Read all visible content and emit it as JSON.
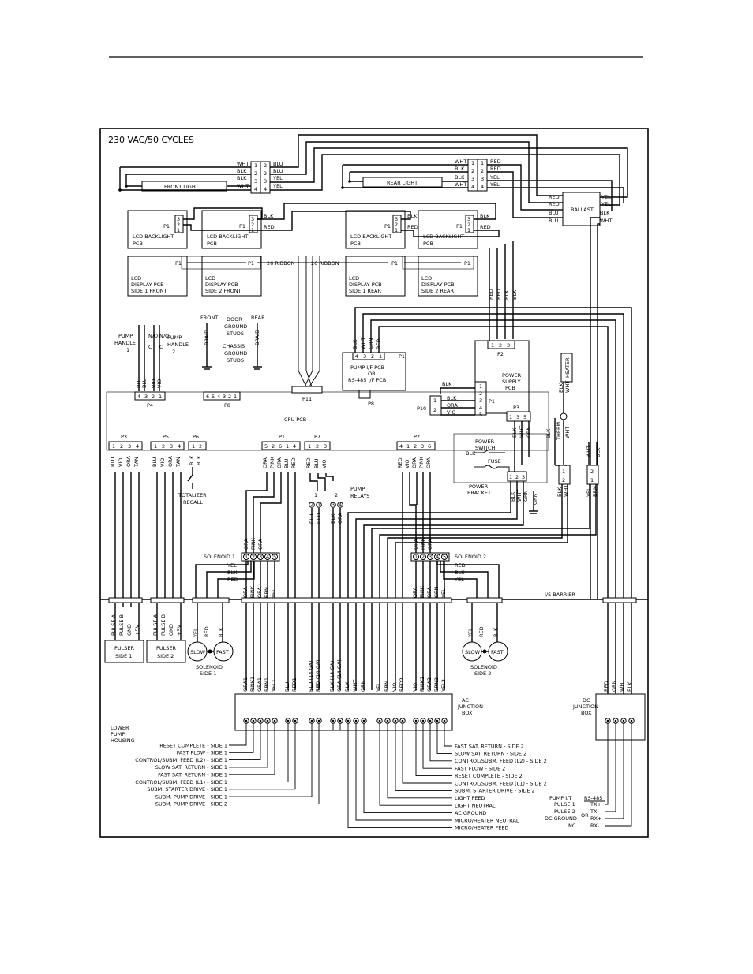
{
  "title": "230 VAC/50 CYCLES",
  "front_light": {
    "label": "FRONT LIGHT",
    "left_wires": [
      "WHT",
      "BLK",
      "BLK",
      "WHT"
    ],
    "pins": [
      "1",
      "2",
      "3",
      "4"
    ],
    "pins_r": [
      "2",
      "2",
      "3",
      "4"
    ],
    "right_wires": [
      "BLU",
      "BLU",
      "YEL",
      "YEL"
    ]
  },
  "rear_light": {
    "label": "REAR LIGHT",
    "left_wires": [
      "WHT",
      "BLK",
      "BLK",
      "WHT"
    ],
    "pins": [
      "1",
      "2",
      "3",
      "4"
    ],
    "right_wires": [
      "RED",
      "RED",
      "YEL",
      "YEL"
    ]
  },
  "ballast": {
    "label": "BALLAST",
    "left": [
      "RED",
      "RED",
      "BLU",
      "BLU"
    ],
    "right": [
      "YEL",
      "YEL",
      "BLK",
      "WHT"
    ]
  },
  "lcd_backlight": {
    "label": "LCD BACKLIGHT",
    "sub": "PCB",
    "conn": "P1",
    "pins": [
      "3",
      "2",
      "1"
    ]
  },
  "lcd_bl_wires": [
    "BLK",
    "RED"
  ],
  "lcd_display": [
    {
      "l1": "LCD",
      "l2": "DISPLAY PCB",
      "l3": "SIDE 1 FRONT"
    },
    {
      "l1": "LCD",
      "l2": "DISPLAY PCB",
      "l3": "SIDE 2 FRONT"
    },
    {
      "l1": "LCD",
      "l2": "DISPLAY PCB",
      "l3": "SIDE 1 REAR"
    },
    {
      "l1": "LCD",
      "l2": "DISPLAY PCB",
      "l3": "SIDE 2 REAR"
    }
  ],
  "ribbon": "26 RIBBON",
  "display_wires": [
    "RED",
    "RED",
    "BLK",
    "BLK"
  ],
  "pump_handle_1": {
    "l1": "PUMP",
    "l2": "HANDLE",
    "l3": "1",
    "sw": [
      "N/O",
      "C"
    ]
  },
  "pump_handle_2": {
    "l1": "PUMP",
    "l2": "HANDLE",
    "l3": "2",
    "sw": [
      "N/O",
      "C"
    ]
  },
  "studs": {
    "front": "FRONT",
    "rear": "REAR",
    "braid": "BRAID",
    "door": [
      "DOOR",
      "GROUND",
      "STUDS"
    ],
    "chassis": [
      "CHASSIS",
      "GROUND",
      "STUDS"
    ]
  },
  "pump_if": {
    "l1": "PUMP I/F PCB",
    "l2": "OR",
    "l3": "RS-485 I/F PCB",
    "p1": "P1",
    "p8": "P8",
    "pins": [
      "4",
      "3",
      "2",
      "1"
    ],
    "wires": [
      "BLK",
      "WHT",
      "GRN",
      "RED"
    ]
  },
  "power_supply": {
    "l1": "POWER",
    "l2": "SUPPLY",
    "l3": "PCB",
    "p2": "P2",
    "p2pins": [
      "1",
      "2",
      "3"
    ],
    "p1": "P1",
    "p1pins": [
      "1",
      "2",
      "3",
      "4",
      "5"
    ],
    "p1wires": [
      "BLK",
      "BLK",
      "ORA",
      "VIO"
    ],
    "p3": "P3",
    "p3pins": [
      "1",
      "3",
      "5"
    ],
    "p3wires": [
      "BLK",
      "WHT",
      "GRN"
    ]
  },
  "heater": {
    "label": "HEATER",
    "wires": [
      "BLK",
      "WHT"
    ],
    "therm": "THERM",
    "twires": [
      "BLK",
      "WHT"
    ]
  },
  "p10": {
    "label": "P10",
    "pins": [
      "1",
      "2"
    ]
  },
  "cpu": {
    "label": "CPU PCB",
    "p4": "P4",
    "p4pins": [
      "4",
      "3",
      "2",
      "1"
    ],
    "p4wires": [
      "BLU",
      "BLU",
      "VIO",
      "VIO"
    ],
    "p8": "P8",
    "p8pins": [
      "6",
      "5",
      "4",
      "3",
      "2",
      "1"
    ],
    "p11": "P11"
  },
  "p3": {
    "label": "P3",
    "pins": [
      "1",
      "2",
      "3",
      "4"
    ],
    "wires": [
      "BLU",
      "VIO",
      "ORA",
      "TAN"
    ]
  },
  "p5": {
    "label": "P5",
    "pins": [
      "1",
      "2",
      "3",
      "4"
    ],
    "wires": [
      "BLU",
      "VIO",
      "ORA",
      "TAN"
    ]
  },
  "p6": {
    "label": "P6",
    "pins": [
      "1",
      "2"
    ],
    "wires": [
      "BLK",
      "BLK"
    ]
  },
  "cpu_p1": {
    "label": "P1",
    "pins": [
      "5",
      "2",
      "6",
      "1",
      "4"
    ],
    "wires": [
      "ORA",
      "PINK",
      "ORA",
      "BLU",
      "RED"
    ]
  },
  "p7": {
    "label": "P7",
    "pins": [
      "1",
      "2",
      "3"
    ],
    "wires": [
      "RED",
      "BLU",
      "VIO"
    ]
  },
  "cpu_p2": {
    "label": "P2",
    "pins": [
      "4",
      "1",
      "2",
      "3",
      "6"
    ],
    "wires": [
      "RED",
      "VIO",
      "ORA",
      "PINK",
      "ORA"
    ]
  },
  "totalizer": [
    "TOTALIZER",
    "RECALL"
  ],
  "pump_relays": {
    "l1": "PUMP",
    "l2": "RELAYS",
    "r1": "1",
    "r2": "2",
    "r1pins": [
      "2",
      "1"
    ],
    "r2pins": [
      "3",
      "4"
    ],
    "r1wires": [
      "BLU",
      "RED"
    ],
    "r2wires": [
      "BLK",
      "ORA"
    ]
  },
  "power_switch": {
    "l1": "POWER",
    "l2": "SWITCH",
    "wire": "BLK",
    "fuse": "FUSE",
    "bracket": [
      "POWER",
      "BRACKET"
    ],
    "pins": [
      "1",
      "2",
      "3"
    ],
    "wires": [
      "BLK",
      "WHT",
      "GRN"
    ],
    "gwire": "GRN"
  },
  "pb_conn": {
    "pins": [
      "1",
      "2"
    ],
    "wires_l": [
      "BLK",
      "WHT"
    ],
    "wires_r": [
      "YEL",
      "BRN"
    ],
    "top": [
      "WHT",
      "BLK"
    ],
    "pr": [
      "2",
      "1"
    ]
  },
  "solenoid1": {
    "label": "SOLENOID 1",
    "pins": [
      "1",
      "2",
      "3",
      "4",
      "5"
    ],
    "top": [
      "ORA",
      "PINK",
      "ORA"
    ],
    "side": [
      "YEL",
      "BLK",
      "RED"
    ],
    "bottom": [
      "ORA",
      "PINK",
      "ORA",
      "BRN",
      "YEL"
    ]
  },
  "solenoid2": {
    "label": "SOLENOID 2",
    "pins": [
      "1",
      "2",
      "3",
      "4",
      "5"
    ],
    "top": [
      "ORA",
      "PINK",
      "ORA"
    ],
    "side": [
      "RED",
      "BLK",
      "YEL"
    ],
    "bottom": [
      "ORA",
      "PINK",
      "ORA",
      "GRN",
      "YEL"
    ]
  },
  "is_barrier": "I/S BARRIER",
  "pulser1": {
    "l1": "PULSER",
    "l2": "SIDE 1",
    "wires": [
      "PULSE A",
      "PULSE B",
      "GND",
      "+5V"
    ]
  },
  "pulser2": {
    "l1": "PULSER",
    "l2": "SIDE 2",
    "wires": [
      "PULSE A",
      "PULSE B",
      "GND",
      "+5V"
    ]
  },
  "sol_side1": {
    "l1": "SOLENOID",
    "l2": "SIDE 1",
    "slow": "SLOW",
    "fast": "FAST",
    "wires": [
      "YEL",
      "RED",
      "BLK"
    ]
  },
  "sol_side2": {
    "l1": "SOLENOID",
    "l2": "SIDE 2",
    "slow": "SLOW",
    "fast": "FAST",
    "wires": [
      "YEL",
      "RED",
      "BLK"
    ]
  },
  "ac_box": {
    "l1": "AC",
    "l2": "JUNCTION",
    "l3": "BOX",
    "wires": [
      "ORA1",
      "PINK1",
      "ORA1",
      "BRN1",
      "YEL1",
      "BLU",
      "RED1",
      "BLU (14 GA)",
      "RED (14 GA)",
      "BLK (14 GA)",
      "ORA (14 GA)",
      "BLK",
      "WHT",
      "GRN",
      "YEL",
      "BRN",
      "VIO",
      "RED2",
      "VIO",
      "PINK2",
      "ORA2",
      "BRN2",
      "YEL2"
    ]
  },
  "dc_box": {
    "l1": "DC",
    "l2": "JUNCTION",
    "l3": "BOX",
    "wires": [
      "RED",
      "GRN",
      "WHT",
      "BLK"
    ]
  },
  "lower_pump": [
    "LOWER",
    "PUMP",
    "HOUSING"
  ],
  "left_labels": [
    "RESET COMPLETE - SIDE 1",
    "FAST FLOW - SIDE 1",
    "CONTROL/SUBM. FEED (L2) - SIDE 1",
    "SLOW SAT. RETURN - SIDE 1",
    "FAST SAT. RETURN - SIDE 1",
    "CONTROL/SUBM. FEED (L1) - SIDE 1",
    "SUBM. STARTER DRIVE - SIDE 1",
    "SUBM. PUMP DRIVE - SIDE 1",
    "SUBM. PUMP DRIVE - SIDE 2"
  ],
  "right_labels": [
    "FAST SAT. RETURN - SIDE 2",
    "SLOW SAT. RETURN - SIDE 2",
    "CONTROL/SUBM. FEED (L2) - SIDE 2",
    "FAST FLOW - SIDE 2",
    "RESET COMPLETE - SIDE 2",
    "CONTROL/SUBM. FEED (L1) - SIDE 2",
    "SUBM. STARTER DRIVE - SIDE 2",
    "LIGHT FEED",
    "LIGHT NEUTRAL",
    "AC GROUND",
    "MICRO/HEATER NEUTRAL",
    "MICRO/HEATER FEED"
  ],
  "dc_table": {
    "h1": "PUMP I/T",
    "h2": "RS-485",
    "rows": [
      [
        "PULSE 1",
        "TX+"
      ],
      [
        "PULSE 2",
        "TX-"
      ],
      [
        "DC GROUND",
        "RX+"
      ],
      [
        "NC",
        "RX-"
      ]
    ],
    "or": "OR"
  }
}
